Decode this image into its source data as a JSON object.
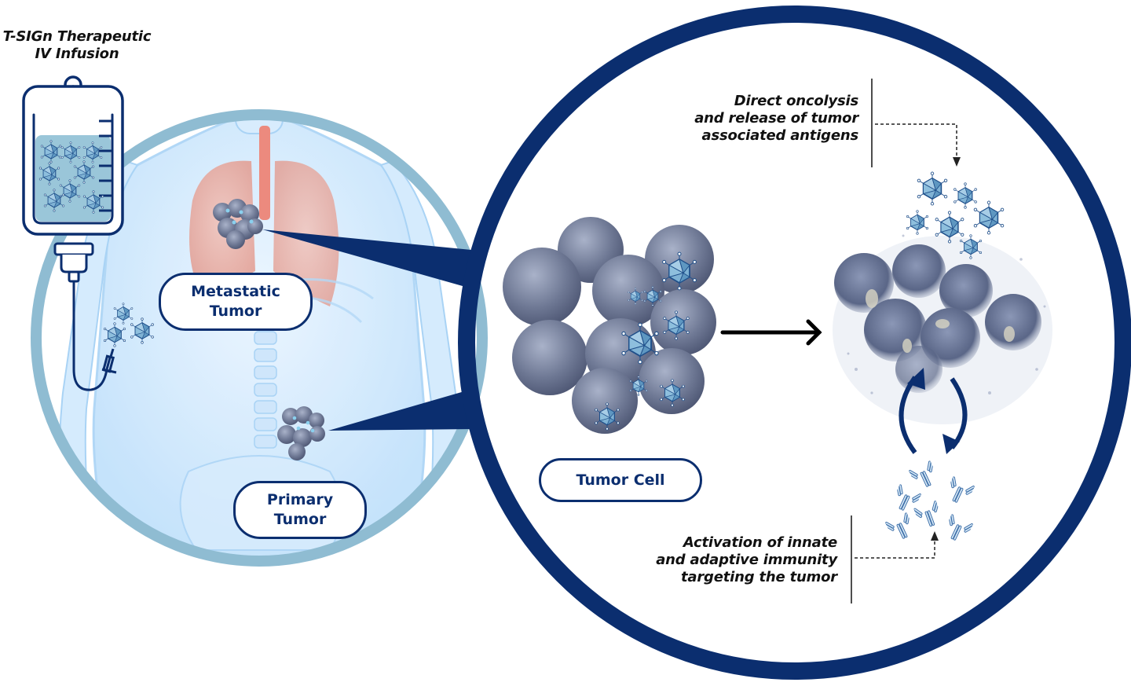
{
  "title": {
    "line1": "T-SIGn Therapeutic",
    "line2": "IV Infusion"
  },
  "labels": {
    "metastatic": {
      "line1": "Metastatic",
      "line2": "Tumor"
    },
    "primary": {
      "line1": "Primary",
      "line2": "Tumor"
    },
    "tumor_cell": "Tumor Cell"
  },
  "annotations": {
    "oncolysis": {
      "line1": "Direct oncolysis",
      "line2": "and release of tumor",
      "line3": "associated antigens"
    },
    "immunity": {
      "line1": "Activation of innate",
      "line2": "and adaptive immunity",
      "line3": "targeting the tumor"
    }
  },
  "colors": {
    "navy": "#0b2e6f",
    "light_blue_ring": "#8fbcd2",
    "virus_fill": "#7fb2d4",
    "body_blue": "#cfe6fa",
    "lung_pink": "#e9a59a",
    "tumor_gray": "#6b7590"
  }
}
